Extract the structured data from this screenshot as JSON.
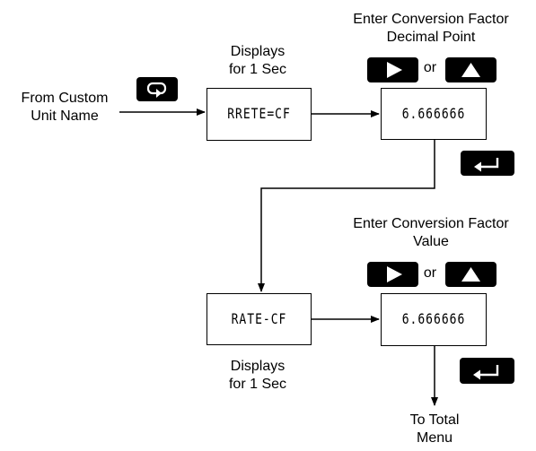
{
  "source": {
    "line1": "From Custom",
    "line2": "Unit Name"
  },
  "step1": {
    "note_top": {
      "line1": "Displays",
      "line2": "for 1 Sec"
    },
    "display_text": "RRETE=CF"
  },
  "step2": {
    "title": {
      "line1": "Enter Conversion Factor",
      "line2": "Decimal Point"
    },
    "or_text": "or",
    "display_text": "6.666666"
  },
  "step3": {
    "display_text": "RATE-CF",
    "note_bottom": {
      "line1": "Displays",
      "line2": "for 1 Sec"
    }
  },
  "step4": {
    "title": {
      "line1": "Enter Conversion Factor",
      "line2": "Value"
    },
    "or_text": "or",
    "display_text": "6.666666"
  },
  "exit": {
    "line1": "To Total",
    "line2": "Menu"
  },
  "icons": {
    "menu": "menu-cycle-icon",
    "right": "right-arrow-icon",
    "up": "up-arrow-icon",
    "enter": "enter-icon"
  },
  "colors": {
    "ink": "#000000",
    "paper": "#ffffff"
  }
}
